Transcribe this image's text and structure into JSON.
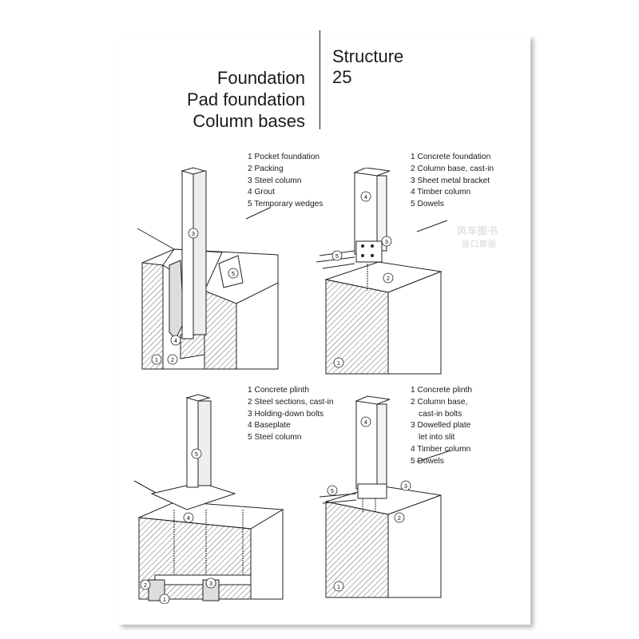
{
  "header": {
    "title_lines": [
      "Foundation",
      "Pad foundation",
      "Column bases"
    ],
    "section": "Structure",
    "page_number": "25"
  },
  "figures": [
    {
      "items": [
        "1 Pocket foundation",
        "2 Packing",
        "3 Steel column",
        "4 Grout",
        "5 Temporary wedges"
      ],
      "callouts": [
        "3",
        "5",
        "4",
        "1",
        "2"
      ]
    },
    {
      "items": [
        "1 Concrete foundation",
        "2 Column base, cast-in",
        "3 Sheet metal bracket",
        "4 Timber column",
        "5 Dowels"
      ],
      "callouts": [
        "4",
        "3",
        "5",
        "2",
        "1"
      ]
    },
    {
      "items": [
        "1 Concrete plinth",
        "2 Steel sections, cast-in",
        "3 Holding-down bolts",
        "4 Baseplate",
        "5 Steel column"
      ],
      "callouts": [
        "5",
        "4",
        "2",
        "3",
        "1"
      ]
    },
    {
      "items": [
        "1 Concrete plinth",
        "2 Column base,",
        "cast-in bolts",
        "3 Dowelled plate",
        "let into slit",
        "4 Timber column",
        "5 Dowels"
      ],
      "callouts": [
        "4",
        "5",
        "3",
        "2",
        "1"
      ]
    }
  ],
  "watermark": {
    "line1": "风车图书",
    "line2": "进口原版"
  }
}
